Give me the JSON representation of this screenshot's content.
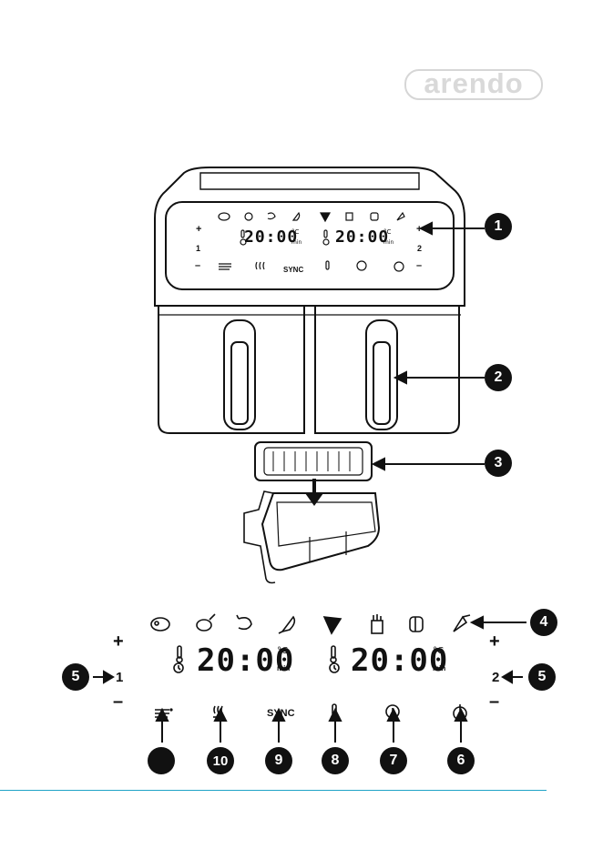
{
  "brand": {
    "logo_text": "arendo"
  },
  "device_panel": {
    "time_left": "20:00",
    "time_right": "20:00",
    "unit_temp": "°C",
    "unit_time": "min",
    "plus": "+",
    "minus": "–",
    "zone_left": "1",
    "zone_right": "2",
    "sync_label": "SYNC"
  },
  "control_panel": {
    "time_left": "20:00",
    "time_right": "20:00",
    "unit_temp": "°C",
    "unit_time": "min",
    "plus": "+",
    "minus": "–",
    "zone_left": "1",
    "zone_right": "2",
    "sync_label": "SYNC",
    "preset_icons": [
      "steak-icon",
      "chicken-icon",
      "shrimp-icon",
      "fish-icon",
      "pizza-icon",
      "fries-icon",
      "toast-icon",
      "vegetable-icon"
    ]
  },
  "callouts": {
    "c1": "1",
    "c2": "2",
    "c3": "3",
    "c4": "4",
    "c5_left": "5",
    "c5_right": "5",
    "c6": "6",
    "c7": "7",
    "c8": "8",
    "c9": "9",
    "c10": "10",
    "c11": ""
  }
}
